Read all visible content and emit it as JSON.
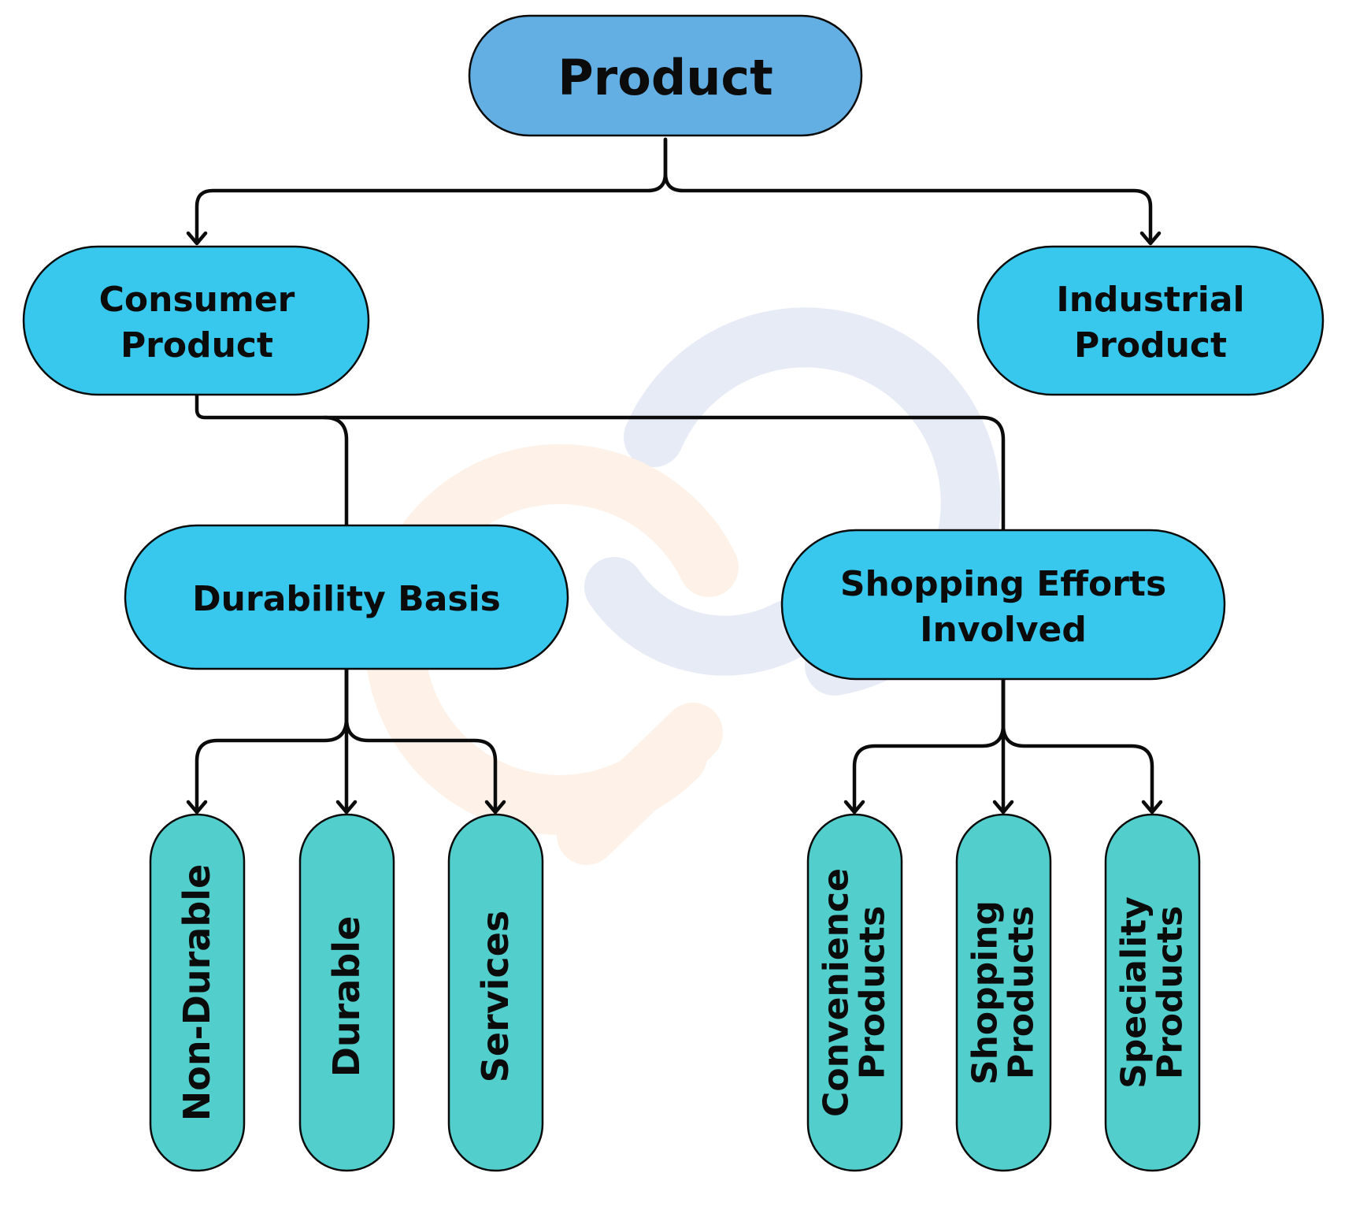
{
  "diagram": {
    "root": {
      "label": "Product"
    },
    "consumer": {
      "line1": "Consumer",
      "line2": "Product"
    },
    "industrial": {
      "line1": "Industrial",
      "line2": "Product"
    },
    "durability": {
      "label": "Durability Basis"
    },
    "shopping_efforts": {
      "line1": "Shopping Efforts",
      "line2": "Involved"
    },
    "durability_types": {
      "non_durable": "Non-Durable",
      "durable": "Durable",
      "services": "Services"
    },
    "shopping_types": {
      "convenience": {
        "line1": "Convenience",
        "line2": "Products"
      },
      "shopping": {
        "line1": "Shopping",
        "line2": "Products"
      },
      "speciality": {
        "line1": "Speciality",
        "line2": "Products"
      }
    }
  },
  "colors": {
    "root_fill": "#63AFE4",
    "level_fill": "#38C8EE",
    "leaf_fill": "#52CECC",
    "outline": "#0B0B0B",
    "watermark_blue": "#E6EBF5",
    "watermark_orange": "#FDF1E8"
  },
  "watermark": {
    "icon": "link-logo-icon"
  }
}
